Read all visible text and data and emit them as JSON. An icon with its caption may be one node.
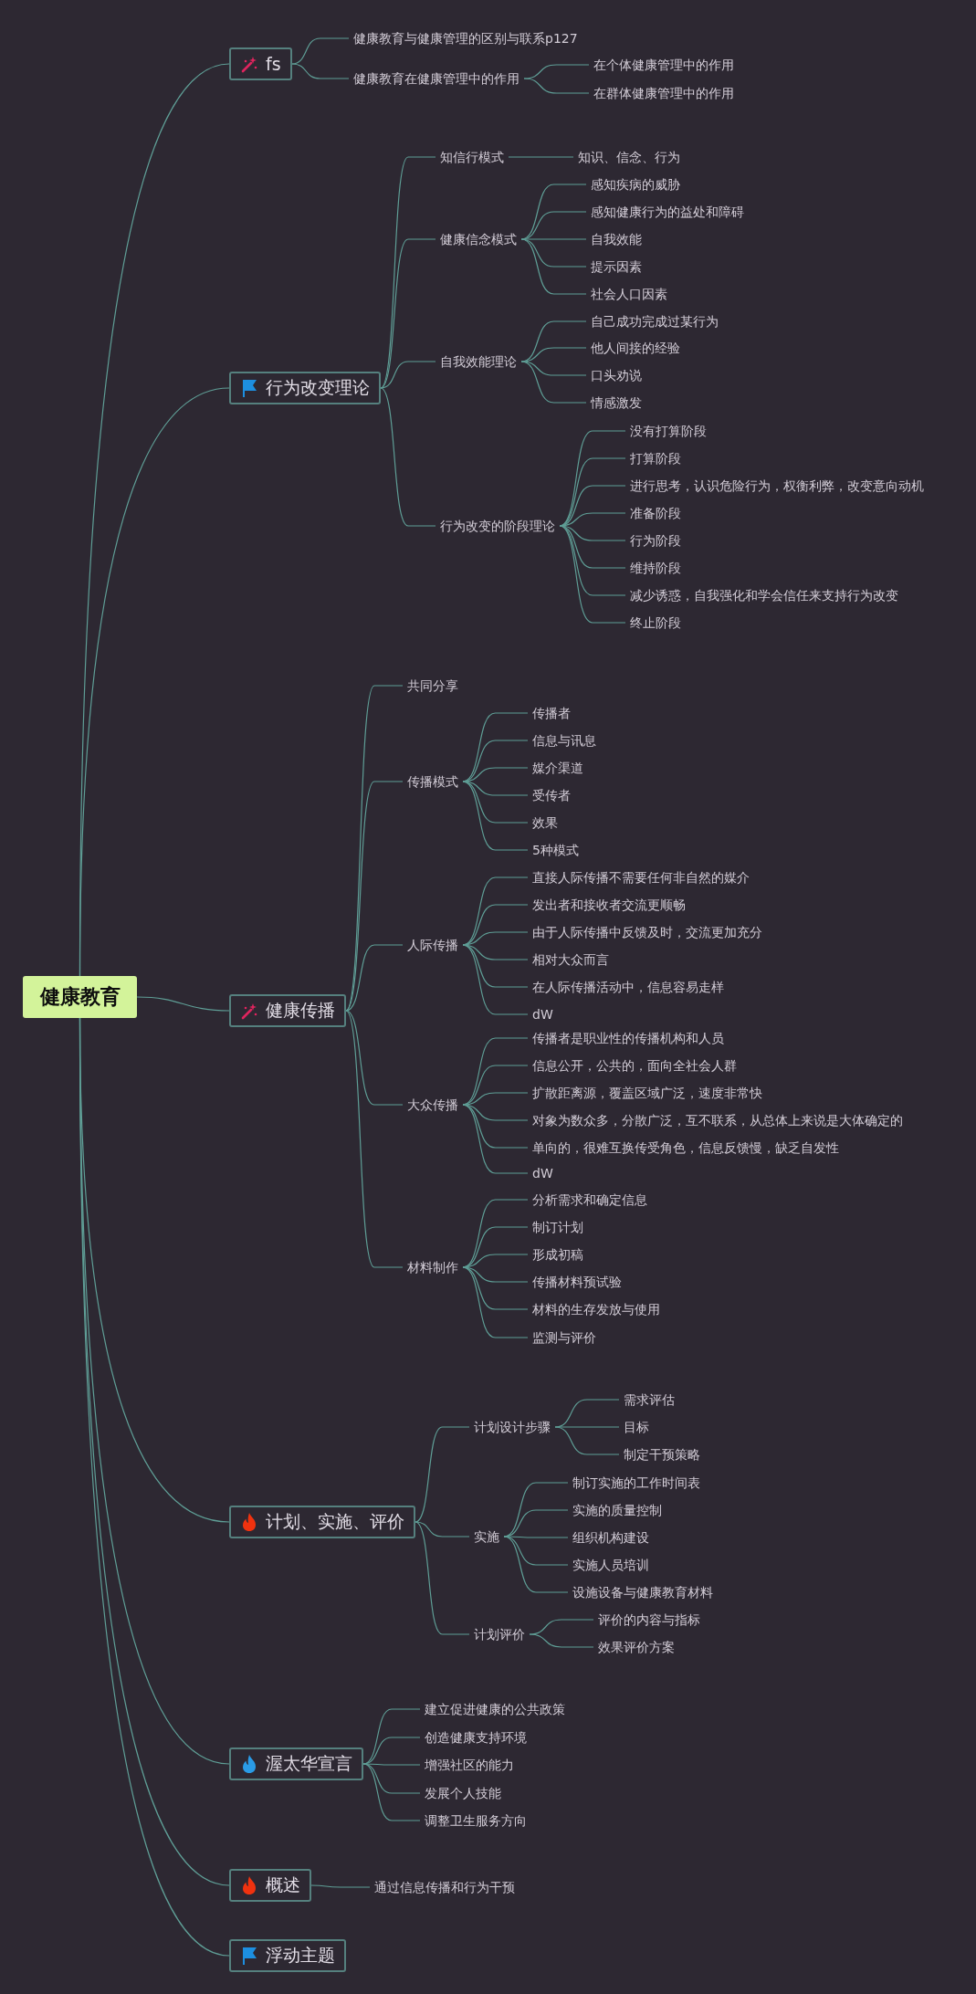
{
  "diagram": {
    "nodes": [
      {
        "text": [
          "健康教育"
        ]
      },
      {
        "text": [
          "fs"
        ]
      },
      {
        "text": [
          "健康教育与健康管理的区别与联系p127"
        ]
      },
      {
        "text": [
          "健康教育在健康管理中的作用"
        ]
      },
      {
        "text": [
          "在个体健康管理中的作用"
        ]
      },
      {
        "text": [
          "在群体健康管理中的作用"
        ]
      },
      {
        "text": [
          "行为改变理论"
        ]
      },
      {
        "text": [
          "知信行模式"
        ]
      },
      {
        "text": [
          "知识、信念、行为"
        ]
      },
      {
        "text": [
          "健康信念模式"
        ]
      },
      {
        "text": [
          "感知疾病的威胁"
        ]
      },
      {
        "text": [
          "感知健康行为的益处和障碍"
        ]
      },
      {
        "text": [
          "自我效能"
        ]
      },
      {
        "text": [
          "提示因素"
        ]
      },
      {
        "text": [
          "社会人口因素"
        ]
      },
      {
        "text": [
          "自我效能理论"
        ]
      },
      {
        "text": [
          "自己成功完成过某行为"
        ]
      },
      {
        "text": [
          "他人间接的经验"
        ]
      },
      {
        "text": [
          "口头劝说"
        ]
      },
      {
        "text": [
          "情感激发"
        ]
      },
      {
        "text": [
          "行为改变的阶段理论"
        ]
      },
      {
        "text": [
          "没有打算阶段"
        ]
      },
      {
        "text": [
          "打算阶段"
        ]
      },
      {
        "text": [
          "进行思考，认识危险行为，权衡利弊，改变意向动机"
        ]
      },
      {
        "text": [
          "准备阶段"
        ]
      },
      {
        "text": [
          "行为阶段"
        ]
      },
      {
        "text": [
          "维持阶段"
        ]
      },
      {
        "text": [
          "减少诱惑，自我强化和学会信任来支持行为改变"
        ]
      },
      {
        "text": [
          "终止阶段"
        ]
      },
      {
        "text": [
          "健康传播"
        ]
      },
      {
        "text": [
          "共同分享"
        ]
      },
      {
        "text": [
          "传播模式"
        ]
      },
      {
        "text": [
          "传播者"
        ]
      },
      {
        "text": [
          "信息与讯息"
        ]
      },
      {
        "text": [
          "媒介渠道"
        ]
      },
      {
        "text": [
          "受传者"
        ]
      },
      {
        "text": [
          "效果"
        ]
      },
      {
        "text": [
          "5种模式"
        ]
      },
      {
        "text": [
          "人际传播"
        ]
      },
      {
        "text": [
          "直接人际传播不需要任何非自然的媒介"
        ]
      },
      {
        "text": [
          "发出者和接收者交流更顺畅"
        ]
      },
      {
        "text": [
          "由于人际传播中反馈及时，交流更加充分"
        ]
      },
      {
        "text": [
          "相对大众而言"
        ]
      },
      {
        "text": [
          "在人际传播活动中，信息容易走样"
        ]
      },
      {
        "text": [
          "dW"
        ]
      },
      {
        "text": [
          "大众传播"
        ]
      },
      {
        "text": [
          "传播者是职业性的传播机构和人员"
        ]
      },
      {
        "text": [
          "信息公开，公共的，面向全社会人群"
        ]
      },
      {
        "text": [
          "扩散距离源，覆盖区域广泛，速度非常快"
        ]
      },
      {
        "text": [
          "对象为数众多，分散广泛，互不联系，从总体上来说是大体确定的"
        ]
      },
      {
        "text": [
          "单向的，很难互换传受角色，信息反馈慢，缺乏自发性"
        ]
      },
      {
        "text": [
          "dW"
        ]
      },
      {
        "text": [
          "材料制作"
        ]
      },
      {
        "text": [
          "分析需求和确定信息"
        ]
      },
      {
        "text": [
          "制订计划"
        ]
      },
      {
        "text": [
          "形成初稿"
        ]
      },
      {
        "text": [
          "传播材料预试验"
        ]
      },
      {
        "text": [
          "材料的生存发放与使用"
        ]
      },
      {
        "text": [
          "监测与评价"
        ]
      },
      {
        "text": [
          "计划、实施、评价"
        ]
      },
      {
        "text": [
          "计划设计步骤"
        ]
      },
      {
        "text": [
          "需求评估"
        ]
      },
      {
        "text": [
          "目标"
        ]
      },
      {
        "text": [
          "制定干预策略"
        ]
      },
      {
        "text": [
          "实施"
        ]
      },
      {
        "text": [
          "制订实施的工作时间表"
        ]
      },
      {
        "text": [
          "实施的质量控制"
        ]
      },
      {
        "text": [
          "组织机构建设"
        ]
      },
      {
        "text": [
          "实施人员培训"
        ]
      },
      {
        "text": [
          "设施设备与健康教育材料"
        ]
      },
      {
        "text": [
          "计划评价"
        ]
      },
      {
        "text": [
          "评价的内容与指标"
        ]
      },
      {
        "text": [
          "效果评价方案"
        ]
      },
      {
        "text": [
          "渥太华宣言"
        ]
      },
      {
        "text": [
          "建立促进健康的公共政策"
        ]
      },
      {
        "text": [
          "创造健康支持环境"
        ]
      },
      {
        "text": [
          "增强社区的能力"
        ]
      },
      {
        "text": [
          "发展个人技能"
        ]
      },
      {
        "text": [
          "调整卫生服务方向"
        ]
      },
      {
        "text": [
          "概述"
        ]
      },
      {
        "text": [
          "通过信息传播和行为干预"
        ]
      },
      {
        "text": [
          "浮动主题"
        ]
      }
    ],
    "edges": [
      {
        "from": 0,
        "to": 1,
        "arrow": "none"
      },
      {
        "from": 1,
        "to": 2,
        "arrow": "none"
      },
      {
        "from": 1,
        "to": 3,
        "arrow": "none"
      },
      {
        "from": 3,
        "to": 4,
        "arrow": "none"
      },
      {
        "from": 3,
        "to": 5,
        "arrow": "none"
      },
      {
        "from": 0,
        "to": 6,
        "arrow": "none"
      },
      {
        "from": 6,
        "to": 7,
        "arrow": "none"
      },
      {
        "from": 7,
        "to": 8,
        "arrow": "none"
      },
      {
        "from": 6,
        "to": 9,
        "arrow": "none"
      },
      {
        "from": 9,
        "to": 10,
        "arrow": "none"
      },
      {
        "from": 9,
        "to": 11,
        "arrow": "none"
      },
      {
        "from": 9,
        "to": 12,
        "arrow": "none"
      },
      {
        "from": 9,
        "to": 13,
        "arrow": "none"
      },
      {
        "from": 9,
        "to": 14,
        "arrow": "none"
      },
      {
        "from": 6,
        "to": 15,
        "arrow": "none"
      },
      {
        "from": 15,
        "to": 16,
        "arrow": "none"
      },
      {
        "from": 15,
        "to": 17,
        "arrow": "none"
      },
      {
        "from": 15,
        "to": 18,
        "arrow": "none"
      },
      {
        "from": 15,
        "to": 19,
        "arrow": "none"
      },
      {
        "from": 6,
        "to": 20,
        "arrow": "none"
      },
      {
        "from": 20,
        "to": 21,
        "arrow": "none"
      },
      {
        "from": 20,
        "to": 22,
        "arrow": "none"
      },
      {
        "from": 20,
        "to": 23,
        "arrow": "none"
      },
      {
        "from": 20,
        "to": 24,
        "arrow": "none"
      },
      {
        "from": 20,
        "to": 25,
        "arrow": "none"
      },
      {
        "from": 20,
        "to": 26,
        "arrow": "none"
      },
      {
        "from": 20,
        "to": 27,
        "arrow": "none"
      },
      {
        "from": 20,
        "to": 28,
        "arrow": "none"
      },
      {
        "from": 0,
        "to": 29,
        "arrow": "none"
      },
      {
        "from": 29,
        "to": 30,
        "arrow": "none"
      },
      {
        "from": 29,
        "to": 31,
        "arrow": "none"
      },
      {
        "from": 31,
        "to": 32,
        "arrow": "none"
      },
      {
        "from": 31,
        "to": 33,
        "arrow": "none"
      },
      {
        "from": 31,
        "to": 34,
        "arrow": "none"
      },
      {
        "from": 31,
        "to": 35,
        "arrow": "none"
      },
      {
        "from": 31,
        "to": 36,
        "arrow": "none"
      },
      {
        "from": 31,
        "to": 37,
        "arrow": "none"
      },
      {
        "from": 29,
        "to": 38,
        "arrow": "none"
      },
      {
        "from": 38,
        "to": 39,
        "arrow": "none"
      },
      {
        "from": 38,
        "to": 40,
        "arrow": "none"
      },
      {
        "from": 38,
        "to": 41,
        "arrow": "none"
      },
      {
        "from": 38,
        "to": 42,
        "arrow": "none"
      },
      {
        "from": 38,
        "to": 43,
        "arrow": "none"
      },
      {
        "from": 38,
        "to": 44,
        "arrow": "none"
      },
      {
        "from": 29,
        "to": 45,
        "arrow": "none"
      },
      {
        "from": 45,
        "to": 46,
        "arrow": "none"
      },
      {
        "from": 45,
        "to": 47,
        "arrow": "none"
      },
      {
        "from": 45,
        "to": 48,
        "arrow": "none"
      },
      {
        "from": 45,
        "to": 49,
        "arrow": "none"
      },
      {
        "from": 45,
        "to": 50,
        "arrow": "none"
      },
      {
        "from": 45,
        "to": 51,
        "arrow": "none"
      },
      {
        "from": 29,
        "to": 52,
        "arrow": "none"
      },
      {
        "from": 52,
        "to": 53,
        "arrow": "none"
      },
      {
        "from": 52,
        "to": 54,
        "arrow": "none"
      },
      {
        "from": 52,
        "to": 55,
        "arrow": "none"
      },
      {
        "from": 52,
        "to": 56,
        "arrow": "none"
      },
      {
        "from": 52,
        "to": 57,
        "arrow": "none"
      },
      {
        "from": 52,
        "to": 58,
        "arrow": "none"
      },
      {
        "from": 0,
        "to": 59,
        "arrow": "none"
      },
      {
        "from": 59,
        "to": 60,
        "arrow": "none"
      },
      {
        "from": 60,
        "to": 61,
        "arrow": "none"
      },
      {
        "from": 60,
        "to": 62,
        "arrow": "none"
      },
      {
        "from": 60,
        "to": 63,
        "arrow": "none"
      },
      {
        "from": 59,
        "to": 64,
        "arrow": "none"
      },
      {
        "from": 64,
        "to": 65,
        "arrow": "none"
      },
      {
        "from": 64,
        "to": 66,
        "arrow": "none"
      },
      {
        "from": 64,
        "to": 67,
        "arrow": "none"
      },
      {
        "from": 64,
        "to": 68,
        "arrow": "none"
      },
      {
        "from": 64,
        "to": 69,
        "arrow": "none"
      },
      {
        "from": 59,
        "to": 70,
        "arrow": "none"
      },
      {
        "from": 70,
        "to": 71,
        "arrow": "none"
      },
      {
        "from": 70,
        "to": 72,
        "arrow": "none"
      },
      {
        "from": 0,
        "to": 73,
        "arrow": "none"
      },
      {
        "from": 73,
        "to": 74,
        "arrow": "none"
      },
      {
        "from": 73,
        "to": 75,
        "arrow": "none"
      },
      {
        "from": 73,
        "to": 76,
        "arrow": "none"
      },
      {
        "from": 73,
        "to": 77,
        "arrow": "none"
      },
      {
        "from": 73,
        "to": 78,
        "arrow": "none"
      },
      {
        "from": 0,
        "to": 79,
        "arrow": "none"
      },
      {
        "from": 79,
        "to": 80,
        "arrow": "none"
      },
      {
        "from": 0,
        "to": 81,
        "arrow": "none"
      }
    ]
  }
}
